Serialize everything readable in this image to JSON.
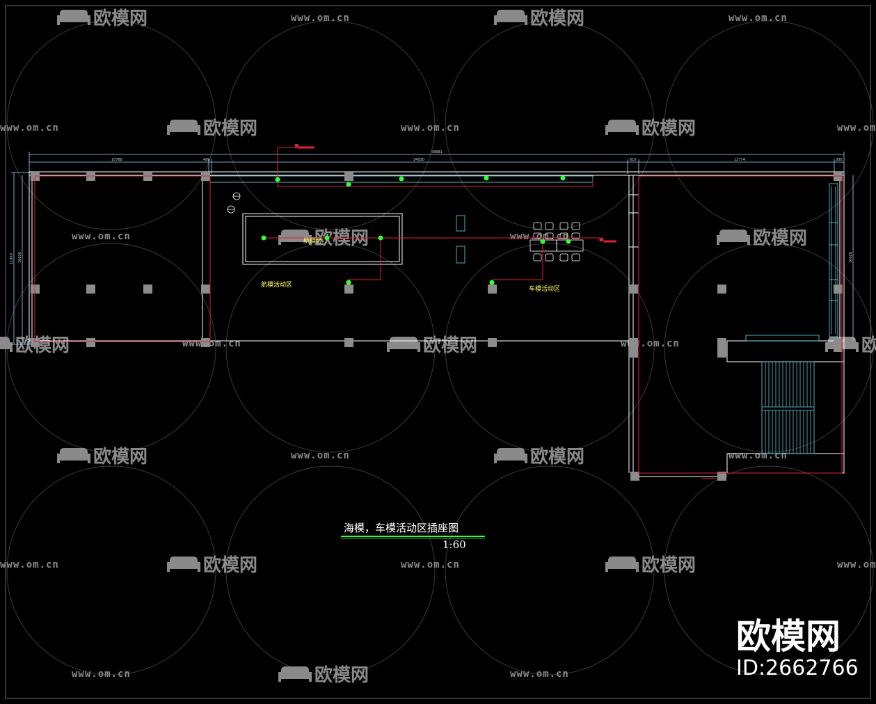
{
  "watermark": {
    "logo_text": "欧模网",
    "url_text": "www.om.cn"
  },
  "drawing": {
    "title": "海模，车模活动区插座图",
    "scale": "1:60",
    "zones": {
      "sea_model_area": "航模活动区",
      "car_model_area": "车模活动区",
      "display_label": "航模台"
    },
    "dimensions": {
      "top_overall": "58681",
      "top_seg_1": "10788",
      "top_seg_2": "480",
      "top_seg_3": "34030",
      "top_seg_4": "610",
      "top_seg_5": "12774",
      "top_seg_6": "300",
      "left_outer": "11920",
      "left_inner": "10020",
      "right_side": "10020"
    },
    "colors": {
      "background": "#000000",
      "wall": "#ffffff",
      "red_line": "#e0203a",
      "socket": "#33ff33",
      "cyan": "#66d9e8",
      "column": "#8c8c8c",
      "dimension": "#9ad7ff",
      "title_underline": "#33ff33"
    }
  },
  "brand": {
    "name": "欧模网",
    "id": "ID:2662766"
  }
}
